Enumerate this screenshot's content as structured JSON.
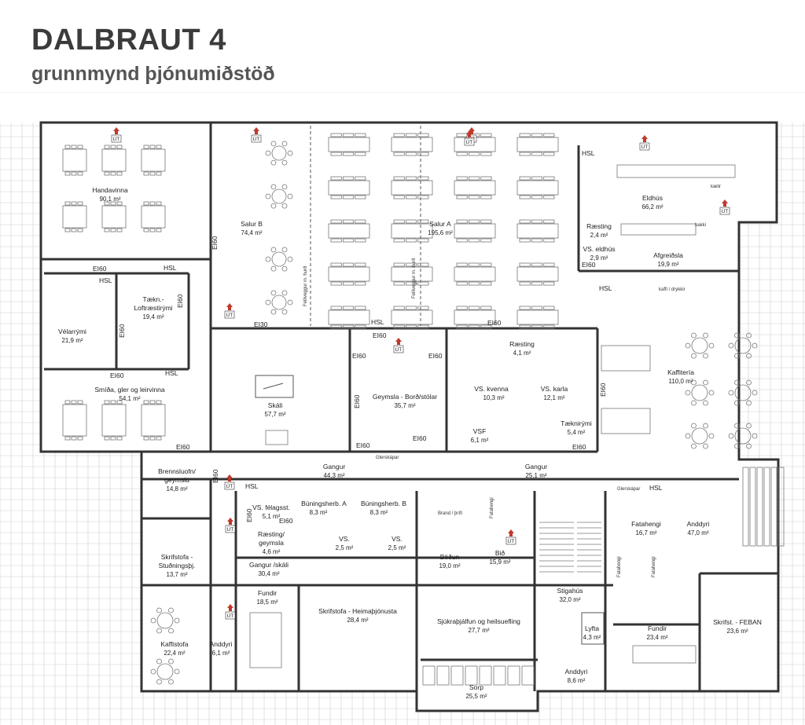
{
  "header": {
    "title": "DALBRAUT 4",
    "subtitle": "grunnmynd þjónumiðstöð"
  },
  "rooms": [
    {
      "name": "Handavinna",
      "area": "90,1 m²"
    },
    {
      "name": "Salur B",
      "area": "74,4 m²"
    },
    {
      "name": "Salur A",
      "area": "195,6 m²"
    },
    {
      "name": "Eldhús",
      "area": "66,2 m²"
    },
    {
      "name": "Ræsting",
      "area": "2,4 m²"
    },
    {
      "name": "VS. eldhús",
      "area": "2,9 m²"
    },
    {
      "name": "Afgreiðsla",
      "area": "19,9 m²"
    },
    {
      "name": "Vélarrými",
      "area": "21,9 m²"
    },
    {
      "name": "Tækn.-",
      "area": ""
    },
    {
      "name": "Loftræstirými",
      "area": "19,4 m²"
    },
    {
      "name": "Skáli",
      "area": "57,7 m²"
    },
    {
      "name": "Geymsla - Borð/stólar",
      "area": "35,7 m²"
    },
    {
      "name": "Ræsting",
      "area": "4,1 m²"
    },
    {
      "name": "VS. kvenna",
      "area": "10,3 m²"
    },
    {
      "name": "VS. karla",
      "area": "12,1 m²"
    },
    {
      "name": "Tæknirými",
      "area": "5,4 m²"
    },
    {
      "name": "VSF",
      "area": "6,1 m²"
    },
    {
      "name": "Kaffitería",
      "area": "110,0 m²"
    },
    {
      "name": "Smíða, gler og leirvinna",
      "area": "54,1 m²"
    },
    {
      "name": "Brennsluofn/",
      "area": ""
    },
    {
      "name": "geymsla",
      "area": "14,8 m²"
    },
    {
      "name": "Gangur",
      "area": "44,3 m²"
    },
    {
      "name": "Gangur",
      "area": "25,1 m²"
    },
    {
      "name": "VS. félagsst.",
      "area": "5,1 m²"
    },
    {
      "name": "Búningsherb. A",
      "area": "8,3 m²"
    },
    {
      "name": "Búningsherb. B",
      "area": "8,3 m²"
    },
    {
      "name": "VS.",
      "area": "2,5 m²"
    },
    {
      "name": "VS.",
      "area": "2,5 m²"
    },
    {
      "name": "Ræsting/",
      "area": ""
    },
    {
      "name": "geymsla",
      "area": "4,6 m²"
    },
    {
      "name": "Böðun",
      "area": "19,0 m²"
    },
    {
      "name": "Bið",
      "area": "15,9 m²"
    },
    {
      "name": "Fatahengi",
      "area": "16,7 m²"
    },
    {
      "name": "Anddyri",
      "area": "47,0 m²"
    },
    {
      "name": "Skrifstofa -",
      "area": ""
    },
    {
      "name": "Stuðningsþj.",
      "area": "13,7 m²"
    },
    {
      "name": "Gangur /skáli",
      "area": "30,4 m²"
    },
    {
      "name": "Fundir",
      "area": "18,5 m²"
    },
    {
      "name": "Skrifstofa - Heimaþjónusta",
      "area": "28,4 m²"
    },
    {
      "name": "Sjúkraþjálfun og heilsuefling",
      "area": "27,7 m²"
    },
    {
      "name": "Stigahús",
      "area": "32,0 m²"
    },
    {
      "name": "Lyfta",
      "area": "4,3 m²"
    },
    {
      "name": "Fundir",
      "area": "23,4 m²"
    },
    {
      "name": "Skrifst. - FEBAN",
      "area": "23,6 m²"
    },
    {
      "name": "Kaffistofa",
      "area": "22,4 m²"
    },
    {
      "name": "Anddyri",
      "area": "6,1 m²"
    },
    {
      "name": "Anddyri",
      "area": "8,6 m²"
    },
    {
      "name": "Sorp",
      "area": "25,5 m²"
    }
  ],
  "labels": {
    "ei60": "EI60",
    "ei30": "EI30",
    "hsl": "HSL",
    "ut": "ÚT",
    "felliveggur": "Felliveggur m. hurð",
    "kaelir": "kælir",
    "bakki": "bakki",
    "kaffi": "kaffi / drykkir",
    "glerskapar": "Glerskápar",
    "brand": "Brand / þrífi",
    "falhengi": "Fatahengi"
  }
}
